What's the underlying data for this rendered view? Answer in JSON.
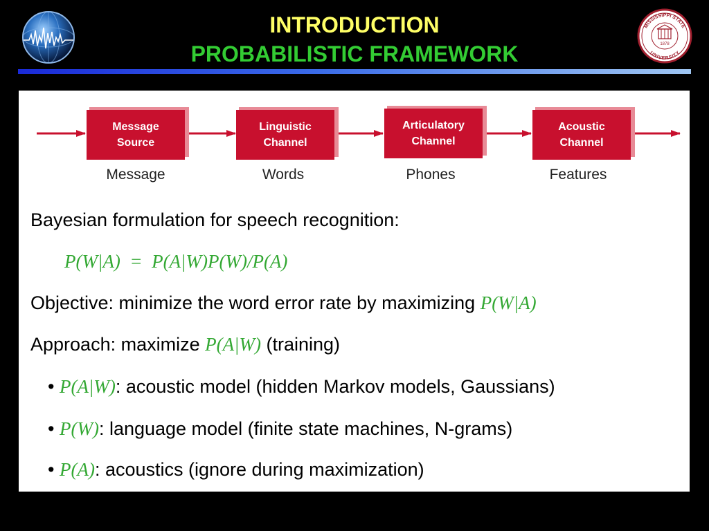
{
  "header": {
    "title_line1": "INTRODUCTION",
    "title_line2": "PROBABILISTIC FRAMEWORK",
    "seal": {
      "text_top": "MISSISSIPPI STATE",
      "text_bottom": "UNIVERSITY",
      "year": "1878"
    }
  },
  "diagram": {
    "blocks": [
      {
        "line1": "Message",
        "line2": "Source",
        "caption": "Message"
      },
      {
        "line1": "Linguistic",
        "line2": "Channel",
        "caption": "Words"
      },
      {
        "line1": "Articulatory",
        "line2": "Channel",
        "caption": "Phones"
      },
      {
        "line1": "Acoustic",
        "line2": "Channel",
        "caption": "Features"
      }
    ]
  },
  "body": {
    "bayes_label": "Bayesian formulation for speech recognition:",
    "formula": "P(W|A)  =  P(A|W)P(W)/P(A)",
    "objective_text": "Objective: minimize the word error rate by maximizing ",
    "objective_math": "P(W|A)",
    "approach_text": "Approach: maximize ",
    "approach_math": "P(A|W)",
    "approach_suffix": " (training)",
    "bullets": [
      {
        "math": "P(A|W)",
        "text": ": acoustic model (hidden Markov models, Gaussians)"
      },
      {
        "math": "P(W)",
        "text": ": language model (finite state machines, N-grams)"
      },
      {
        "math": "P(A)",
        "text": ": acoustics (ignore during maximization)"
      }
    ]
  },
  "colors": {
    "background": "#000000",
    "title_yellow": "#ffff66",
    "title_green": "#33cc33",
    "block_red": "#c8102e",
    "block_shadow": "#e88a96",
    "math_green": "#33a833",
    "rule_blue": "#1a2ad8"
  }
}
